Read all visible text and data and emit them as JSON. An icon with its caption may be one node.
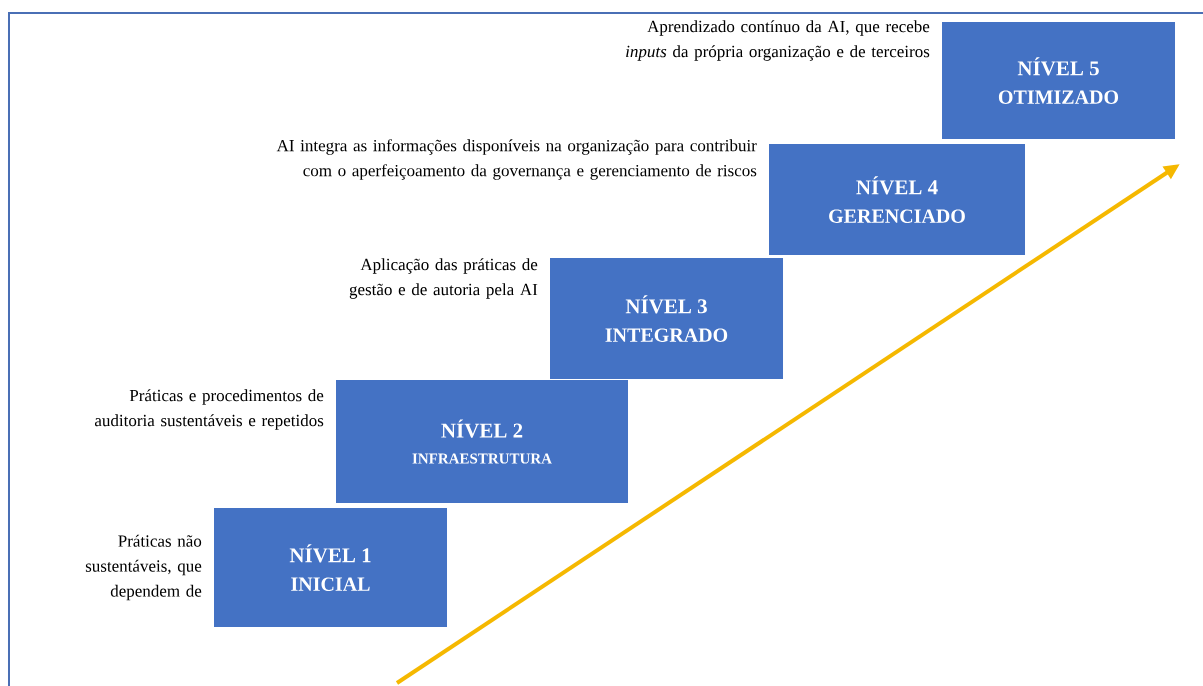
{
  "diagram": {
    "nodes": [
      {
        "text": [
          "NÍVEL 1",
          "INICIAL"
        ],
        "beside": [
          "Práticas não sustentáveis, que dependem de"
        ]
      },
      {
        "text": [
          "NÍVEL 2",
          "INFRAESTRUTURA"
        ],
        "beside": [
          "Práticas e procedimentos de auditoria sustentáveis e repetidos"
        ]
      },
      {
        "text": [
          "NÍVEL 3",
          "INTEGRADO"
        ],
        "beside": [
          "Aplicação das práticas de gestão e de autoria pela AI"
        ]
      },
      {
        "text": [
          "NÍVEL 4",
          "GERENCIADO"
        ],
        "beside": [
          "AI integra as informações disponíveis na organização para contribuir com o aperfeiçoamento da governança e gerenciamento de riscos"
        ]
      },
      {
        "text": [
          "NÍVEL 5",
          "OTIMIZADO"
        ],
        "beside": [
          "Aprendizado contínuo da AI, que recebe *inputs* da própria organização e de terceiros"
        ]
      }
    ],
    "edges": []
  }
}
